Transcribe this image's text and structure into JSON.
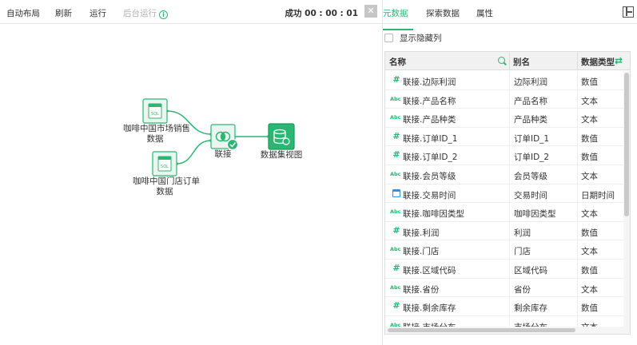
{
  "toolbar": {
    "auto_layout": "自动布局",
    "refresh": "刷新",
    "run": "运行",
    "background_run": "后台运行",
    "status": "成功 00 : 00 : 01"
  },
  "flow": {
    "source1_label_line1": "咖啡中国市场销售",
    "source1_label_line2": "数据",
    "source2_label_line1": "咖啡中国门店订单",
    "source2_label_line2": "数据",
    "join_label": "联接",
    "output_label": "数据集视图",
    "sql_badge": "SQL"
  },
  "tabs": {
    "metadata": "元数据",
    "explore": "探索数据",
    "properties": "属性"
  },
  "show_hidden": "显示隐藏列",
  "grid": {
    "headers": {
      "name": "名称",
      "alias": "别名",
      "type": "数据类型"
    },
    "rows": [
      {
        "icon": "number",
        "icon_glyph": "#",
        "name": "联接.边际利润",
        "alias": "边际利润",
        "type": "数值"
      },
      {
        "icon": "text",
        "icon_glyph": "Abc",
        "name": "联接.产品名称",
        "alias": "产品名称",
        "type": "文本"
      },
      {
        "icon": "text",
        "icon_glyph": "Abc",
        "name": "联接.产品种类",
        "alias": "产品种类",
        "type": "文本"
      },
      {
        "icon": "number",
        "icon_glyph": "#",
        "name": "联接.订单ID_1",
        "alias": "订单ID_1",
        "type": "数值"
      },
      {
        "icon": "number",
        "icon_glyph": "#",
        "name": "联接.订单ID_2",
        "alias": "订单ID_2",
        "type": "数值"
      },
      {
        "icon": "text",
        "icon_glyph": "Abc",
        "name": "联接.会员等级",
        "alias": "会员等级",
        "type": "文本"
      },
      {
        "icon": "date",
        "icon_glyph": "",
        "name": "联接.交易时间",
        "alias": "交易时间",
        "type": "日期时间"
      },
      {
        "icon": "text",
        "icon_glyph": "Abc",
        "name": "联接.咖啡因类型",
        "alias": "咖啡因类型",
        "type": "文本"
      },
      {
        "icon": "number",
        "icon_glyph": "#",
        "name": "联接.利润",
        "alias": "利润",
        "type": "数值"
      },
      {
        "icon": "text",
        "icon_glyph": "Abc",
        "name": "联接.门店",
        "alias": "门店",
        "type": "文本"
      },
      {
        "icon": "number",
        "icon_glyph": "#",
        "name": "联接.区域代码",
        "alias": "区域代码",
        "type": "数值"
      },
      {
        "icon": "text",
        "icon_glyph": "Abc",
        "name": "联接.省份",
        "alias": "省份",
        "type": "文本"
      },
      {
        "icon": "number",
        "icon_glyph": "#",
        "name": "联接.剩余库存",
        "alias": "剩余库存",
        "type": "数值"
      },
      {
        "icon": "text",
        "icon_glyph": "Abc",
        "name": "联接.市场分布",
        "alias": "市场分布",
        "type": "文本"
      }
    ]
  },
  "colors": {
    "accent": "#2bb673",
    "date_icon": "#3a8fd9"
  }
}
